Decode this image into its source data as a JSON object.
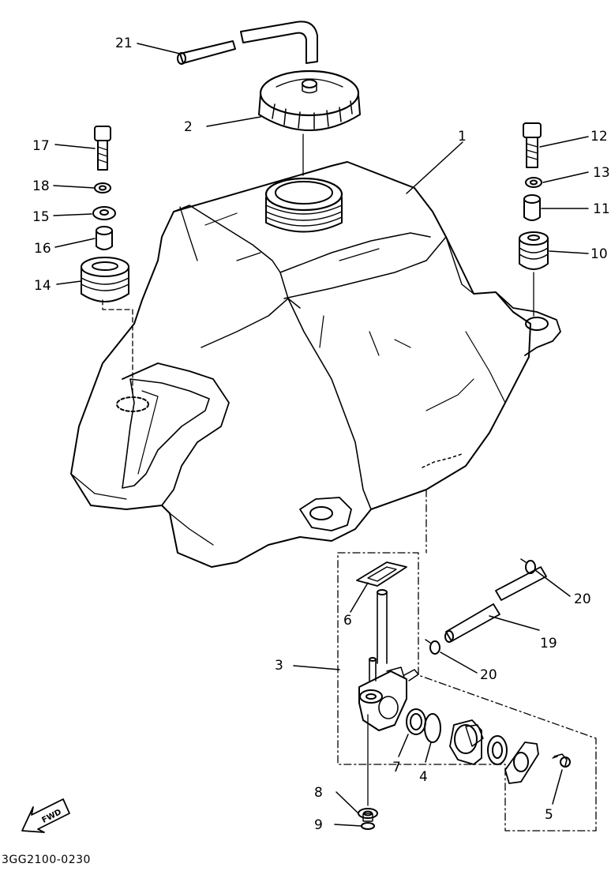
{
  "diagram": {
    "figure_code": "3GG2100-0230",
    "direction_marker": "FWD",
    "callouts": {
      "c1": "1",
      "c2": "2",
      "c3": "3",
      "c4": "4",
      "c5": "5",
      "c6": "6",
      "c7": "7",
      "c8": "8",
      "c9": "9",
      "c10": "10",
      "c11": "11",
      "c12": "12",
      "c13": "13",
      "c14": "14",
      "c15": "15",
      "c16": "16",
      "c17": "17",
      "c18": "18",
      "c19": "19",
      "c20a": "20",
      "c20b": "20",
      "c21": "21"
    },
    "colors": {
      "ink": "#000000",
      "paper": "#ffffff"
    }
  }
}
